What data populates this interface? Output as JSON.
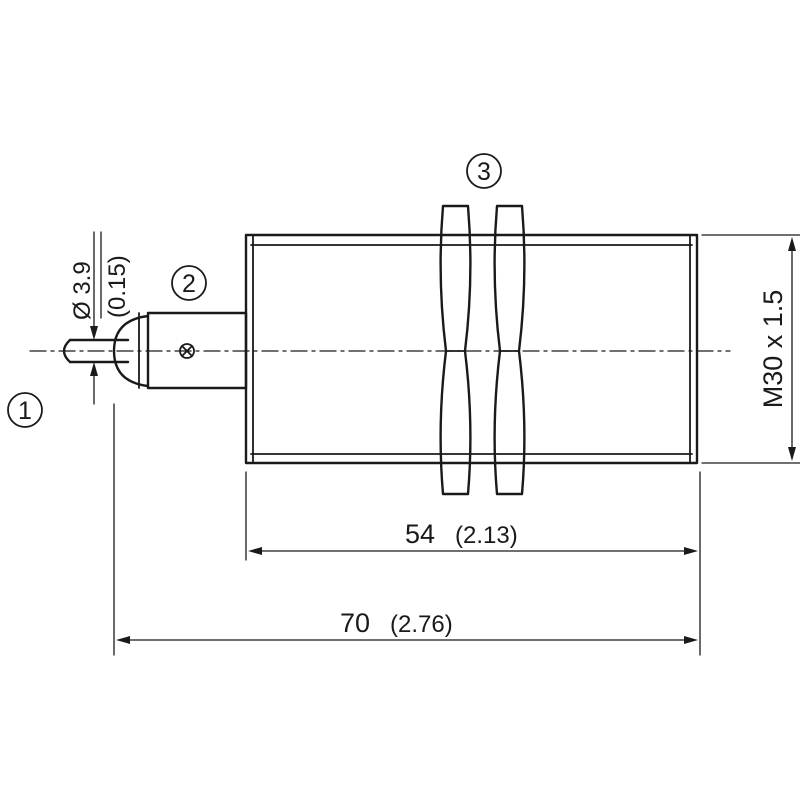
{
  "callouts": {
    "cable": "1",
    "led": "2",
    "nuts": "3"
  },
  "dimensions": {
    "cable_diameter": {
      "mm": "Ø 3.9",
      "inch": "(0.15)"
    },
    "housing_length": {
      "mm": "54",
      "inch": "(2.13)"
    },
    "total_length": {
      "mm": "70",
      "inch": "(2.76)"
    },
    "thread": "M30 x 1.5"
  },
  "colors": {
    "line": "#1a1a1a",
    "background": "#ffffff"
  }
}
